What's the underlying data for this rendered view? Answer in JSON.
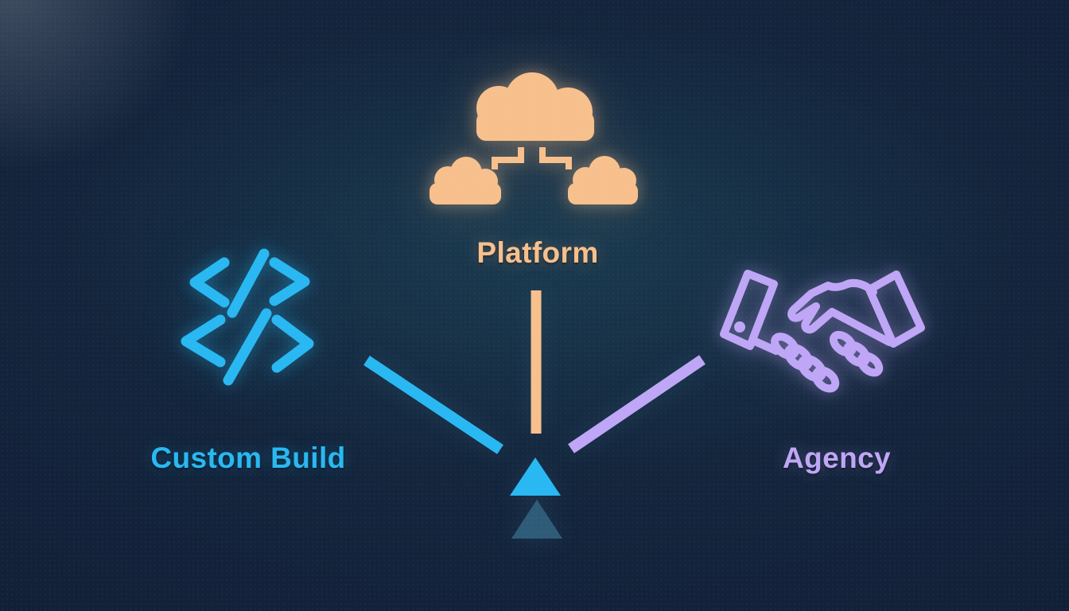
{
  "diagram": {
    "background_color": "#13223a",
    "nodes": {
      "custom_build": {
        "label": "Custom Build",
        "icon": "code-icon",
        "color": "#29b8f2"
      },
      "platform": {
        "label": "Platform",
        "icon": "cloud-network-icon",
        "color": "#f7c08d"
      },
      "agency": {
        "label": "Agency",
        "icon": "handshake-icon",
        "color": "#bfa6f6"
      }
    },
    "pointer": {
      "primary_color": "#29b8f2",
      "secondary_color": "#2e5b78"
    }
  }
}
